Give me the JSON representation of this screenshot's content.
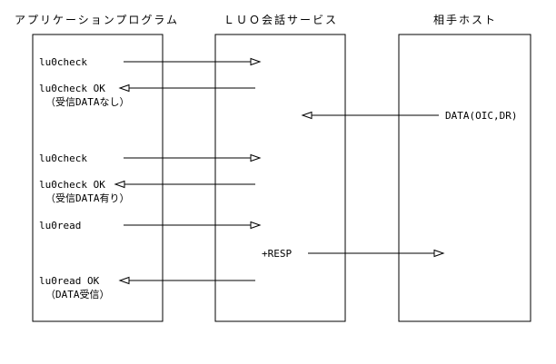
{
  "headers": {
    "app": "アプリケーションプログラム",
    "luo": "ＬＵＯ会話サービス",
    "host": "相手ホスト"
  },
  "messages": {
    "m1": "lu0check",
    "m2": "lu0check OK",
    "m2_note": "（受信DATAなし）",
    "m3": "DATA(OIC,DR)",
    "m4": "lu0check",
    "m5": "lu0check OK",
    "m5_note": "（受信DATA有り）",
    "m6": "lu0read",
    "m7": "+RESP",
    "m8": "lu0read OK",
    "m8_note": "（DATA受信）"
  }
}
